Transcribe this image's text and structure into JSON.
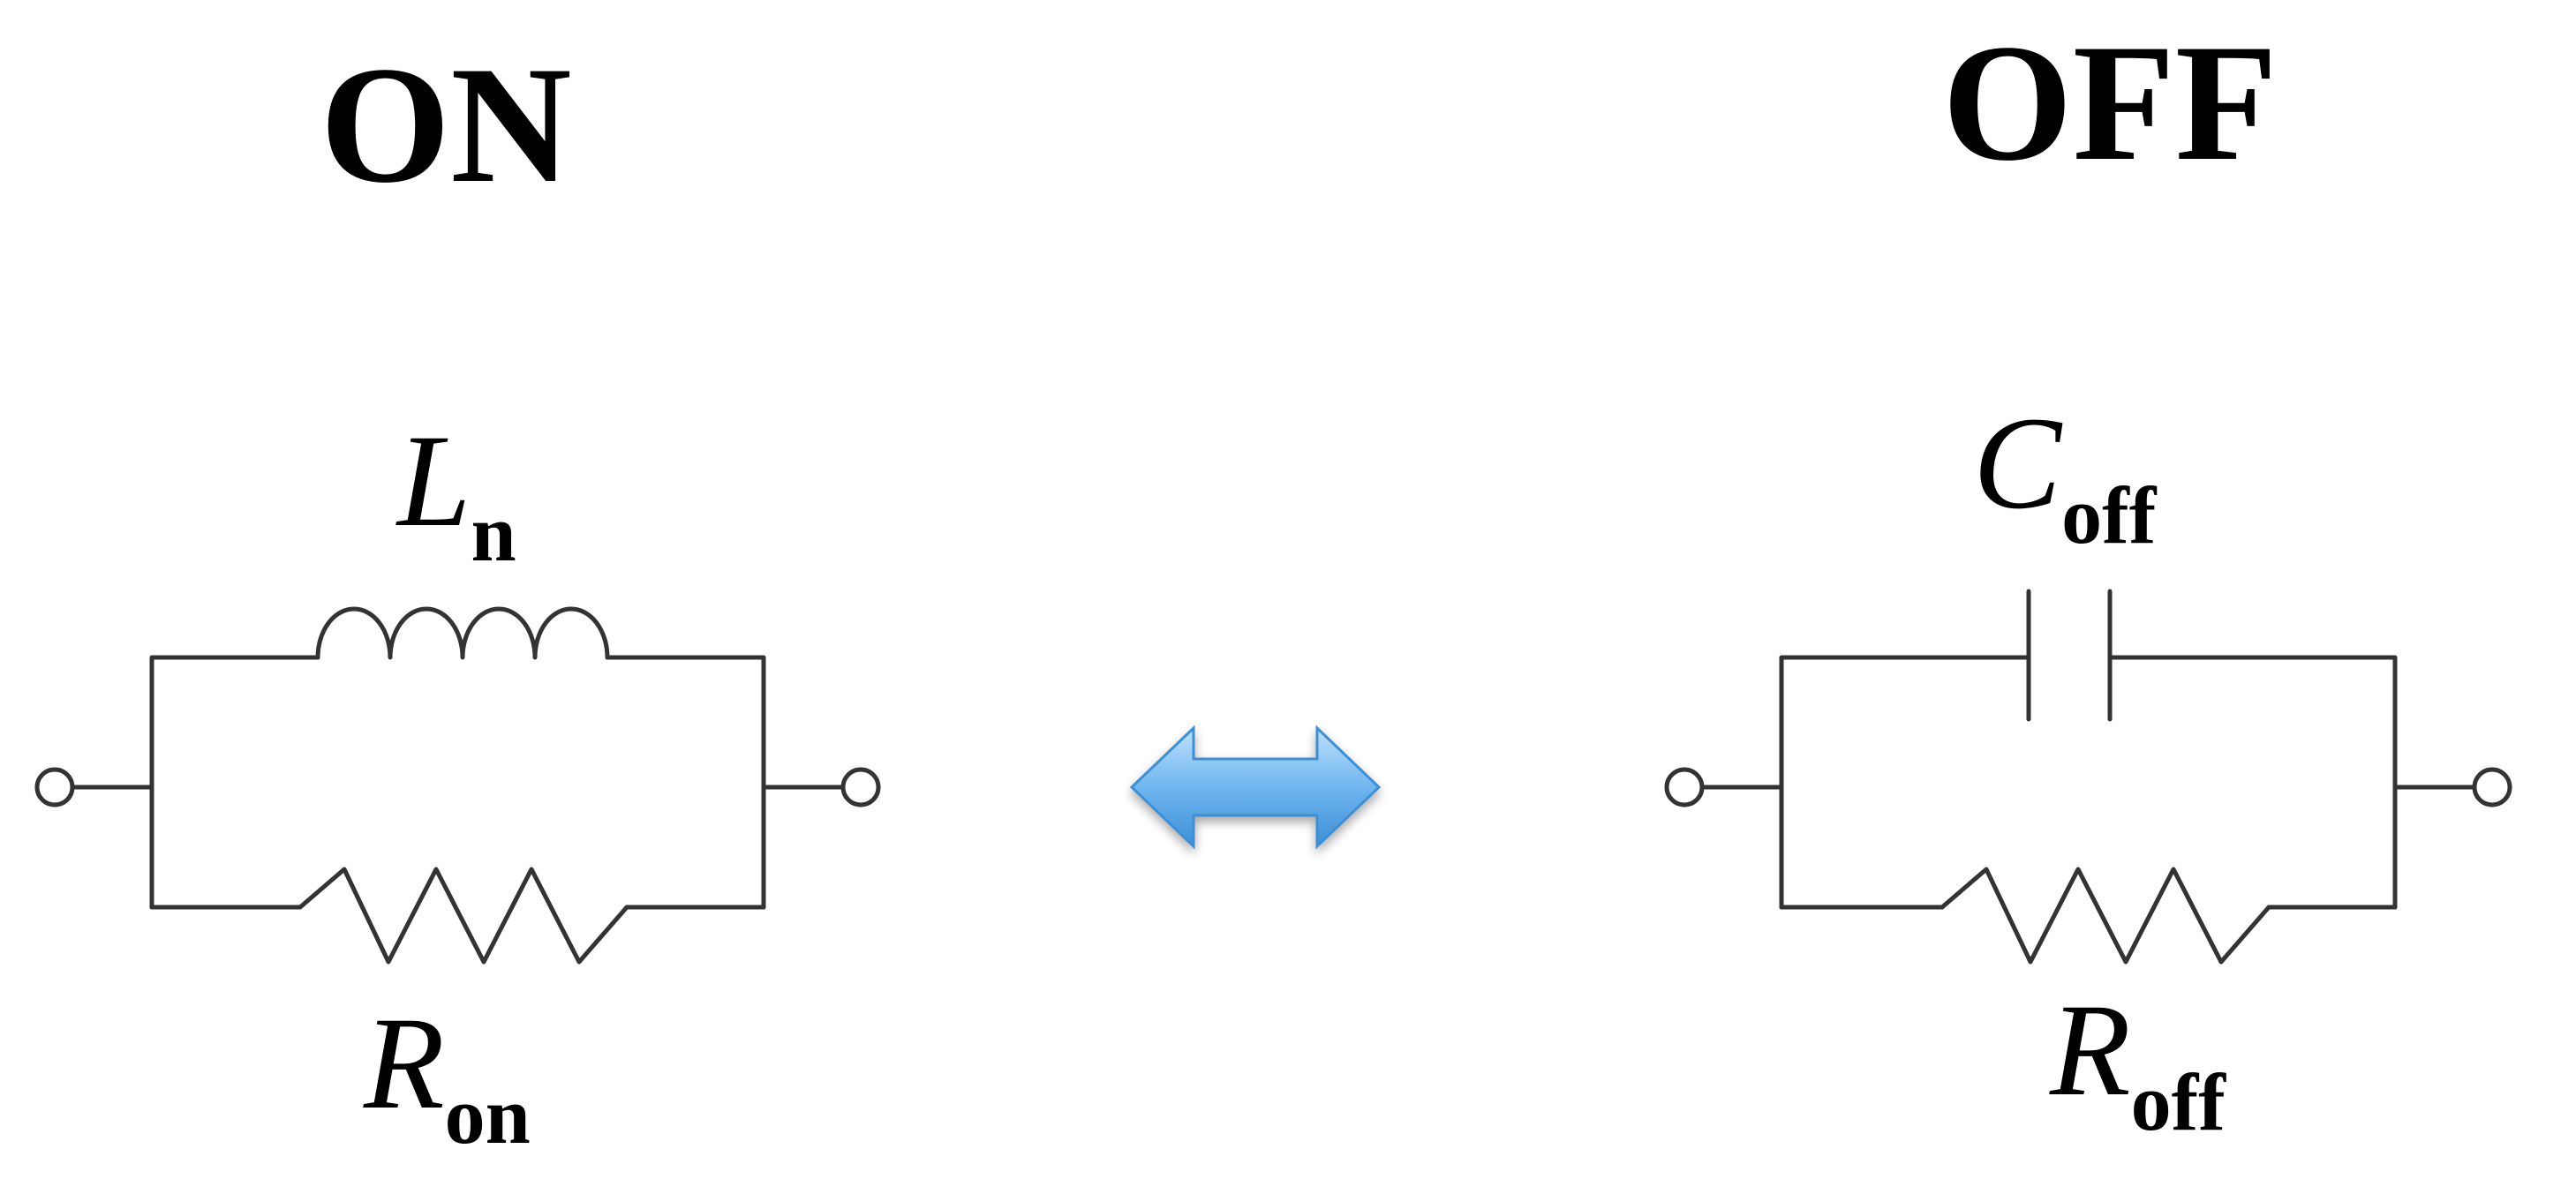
{
  "on_state": {
    "title": "ON",
    "inductor": {
      "symbol": "L",
      "subscript": "n"
    },
    "resistor": {
      "symbol": "R",
      "subscript": "on"
    }
  },
  "off_state": {
    "title": "OFF",
    "capacitor": {
      "symbol": "C",
      "subscript": "off"
    },
    "resistor": {
      "symbol": "R",
      "subscript": "off"
    }
  },
  "switch_arrow": {
    "icon": "double-headed-arrow-icon",
    "color_light": "#bfe0fb",
    "color_mid": "#6fb6ef",
    "color_dark": "#3d8fd6"
  },
  "colors": {
    "wire": "#333333",
    "text": "#000000"
  }
}
